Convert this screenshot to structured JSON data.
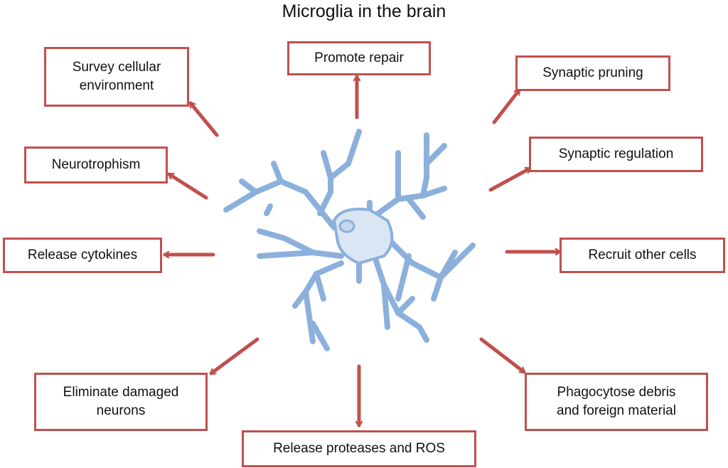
{
  "title": "Microglia in the brain",
  "center": {
    "label": "microglia-cell",
    "colors": {
      "fill": "#dbe6f4",
      "stroke": "#8cb0dc",
      "nucleus": "#9bb8de"
    }
  },
  "arrow_color": "#c0504d",
  "functions": [
    {
      "id": "survey",
      "label": "Survey cellular\nenvironment"
    },
    {
      "id": "promote-repair",
      "label": "Promote repair"
    },
    {
      "id": "synaptic-pruning",
      "label": "Synaptic pruning"
    },
    {
      "id": "neurotrophism",
      "label": "Neurotrophism"
    },
    {
      "id": "synaptic-regulation",
      "label": "Synaptic regulation"
    },
    {
      "id": "release-cytokines",
      "label": "Release cytokines"
    },
    {
      "id": "recruit-cells",
      "label": "Recruit other cells"
    },
    {
      "id": "eliminate-neurons",
      "label": "Eliminate damaged\nneurons"
    },
    {
      "id": "release-proteases",
      "label": "Release proteases and ROS"
    },
    {
      "id": "phagocytose",
      "label": "Phagocytose debris\nand foreign material"
    }
  ]
}
